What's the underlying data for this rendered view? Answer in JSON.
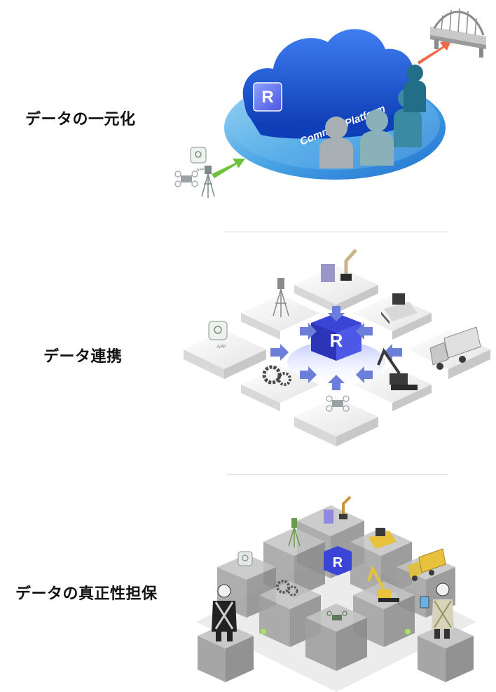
{
  "sections": [
    {
      "label": "データの一元化"
    },
    {
      "label": "データ連携"
    },
    {
      "label": "データの真正性担保"
    }
  ],
  "platform": {
    "cloud_text": "Common Platform",
    "logo_letter": "R"
  },
  "app_icon_text": "APP",
  "colors": {
    "platform_blue": "#1f57e0",
    "disc_blue": "#4aa6e6",
    "logo_cube": "#3a45d6",
    "arrow_green": "#6cc23a",
    "arrow_orange": "#f06a48",
    "arrow_purple": "#6b7fd8",
    "tile_light": "#f0f0f0",
    "cube_gray": "#9c9c9c"
  }
}
